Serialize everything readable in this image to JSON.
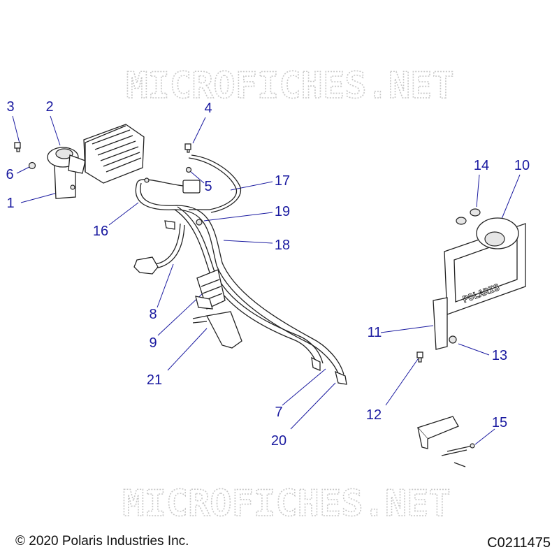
{
  "watermarks": [
    "MICROFICHES.NET",
    "MICROFICHES.NET"
  ],
  "callouts": [
    {
      "id": "1",
      "label": "1"
    },
    {
      "id": "2",
      "label": "2"
    },
    {
      "id": "3",
      "label": "3"
    },
    {
      "id": "4",
      "label": "4"
    },
    {
      "id": "5",
      "label": "5"
    },
    {
      "id": "6",
      "label": "6"
    },
    {
      "id": "7",
      "label": "7"
    },
    {
      "id": "8",
      "label": "8"
    },
    {
      "id": "9",
      "label": "9"
    },
    {
      "id": "10",
      "label": "10"
    },
    {
      "id": "11",
      "label": "11"
    },
    {
      "id": "12",
      "label": "12"
    },
    {
      "id": "13",
      "label": "13"
    },
    {
      "id": "14",
      "label": "14"
    },
    {
      "id": "15",
      "label": "15"
    },
    {
      "id": "16",
      "label": "16"
    },
    {
      "id": "17",
      "label": "17"
    },
    {
      "id": "18",
      "label": "18"
    },
    {
      "id": "19",
      "label": "19"
    },
    {
      "id": "20",
      "label": "20"
    },
    {
      "id": "21",
      "label": "21"
    }
  ],
  "bracket_text": "POLARIS",
  "footer": {
    "copyright": "© 2020 Polaris Industries Inc.",
    "diagram_code": "C0211475"
  },
  "colors": {
    "callout": "#1a1aa0",
    "watermark": "#c8c8c8",
    "line_art": "#222222"
  }
}
